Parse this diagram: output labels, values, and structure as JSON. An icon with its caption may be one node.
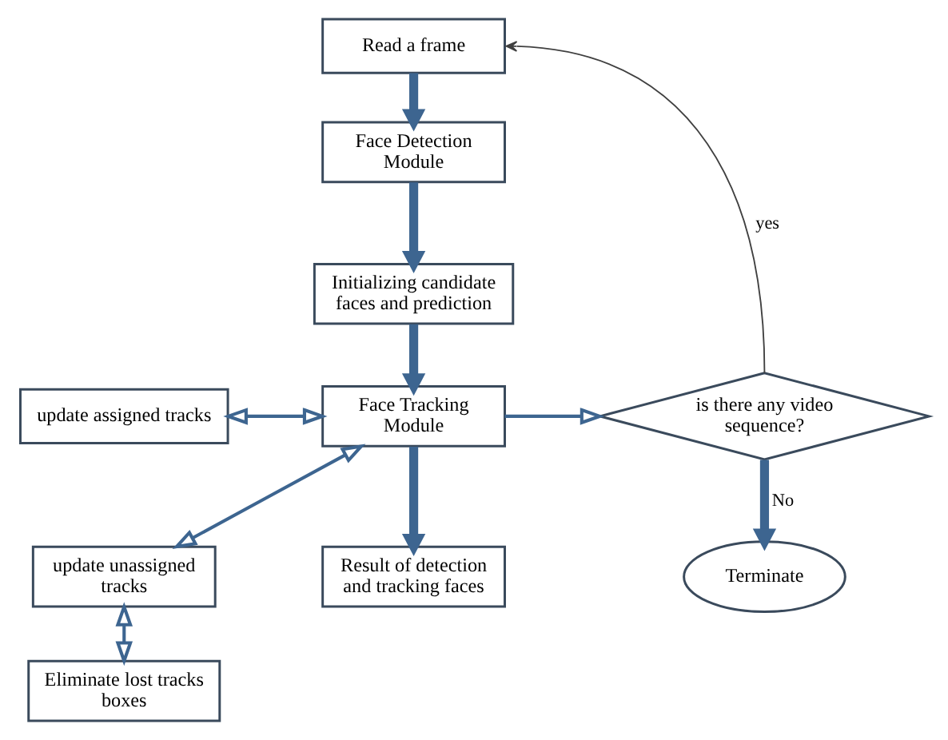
{
  "diagram": {
    "nodes": [
      {
        "text": [
          "Read a frame"
        ]
      },
      {
        "text": [
          "Face Detection Module"
        ]
      },
      {
        "text": [
          "Initializing candidate faces and prediction"
        ]
      },
      {
        "text": [
          "Face Tracking Module"
        ]
      },
      {
        "text": [
          "update assigned tracks"
        ]
      },
      {
        "text": [
          "update unassigned tracks"
        ]
      },
      {
        "text": [
          "Eliminate lost tracks boxes"
        ]
      },
      {
        "text": [
          "Result of detection and tracking faces"
        ]
      },
      {
        "text": [
          "is there any video sequence?"
        ]
      },
      {
        "text": [
          "Terminate"
        ]
      }
    ],
    "edges": [
      {
        "from": 0,
        "to": 1,
        "arrow": "to",
        "style": "thick"
      },
      {
        "from": 1,
        "to": 2,
        "arrow": "to",
        "style": "thick"
      },
      {
        "from": 2,
        "to": 3,
        "arrow": "to",
        "style": "thick"
      },
      {
        "from": 4,
        "to": 3,
        "arrow": "both"
      },
      {
        "from": 5,
        "to": 3,
        "arrow": "both"
      },
      {
        "from": 5,
        "to": 6,
        "arrow": "both"
      },
      {
        "from": 3,
        "to": 7,
        "arrow": "to",
        "style": "thick"
      },
      {
        "from": 3,
        "to": 8,
        "arrow": "to"
      },
      {
        "from": 8,
        "to": 0,
        "arrow": "to",
        "label": "yes",
        "color": "#404040"
      },
      {
        "from": 8,
        "to": 9,
        "arrow": "to",
        "label": "No",
        "style": "thick"
      }
    ]
  }
}
